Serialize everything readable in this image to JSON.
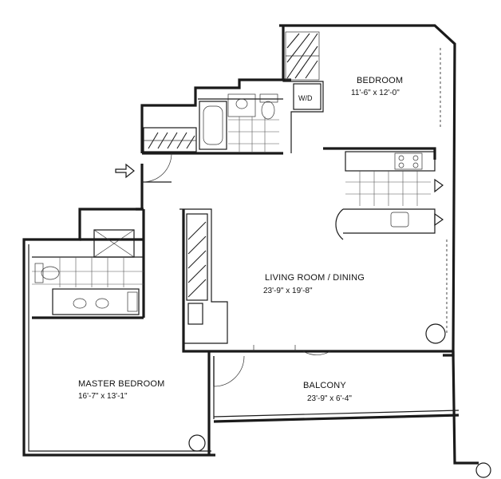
{
  "rooms": {
    "bedroom": {
      "name": "BEDROOM",
      "dims": "11'-6\" x 12'-0\""
    },
    "living": {
      "name": "LIVING ROOM / DINING",
      "dims": "23'-9\" x 19'-8\""
    },
    "master": {
      "name": "MASTER BEDROOM",
      "dims": "16'-7\" x 13'-1\""
    },
    "balcony": {
      "name": "BALCONY",
      "dims": "23'-9\" x 6'-4\""
    }
  },
  "fixtures": {
    "washer_dryer": "W/D"
  },
  "icons": {
    "entry": "entry-arrow-icon"
  },
  "colors": {
    "ink": "#1a1a1a",
    "paper": "#ffffff"
  }
}
